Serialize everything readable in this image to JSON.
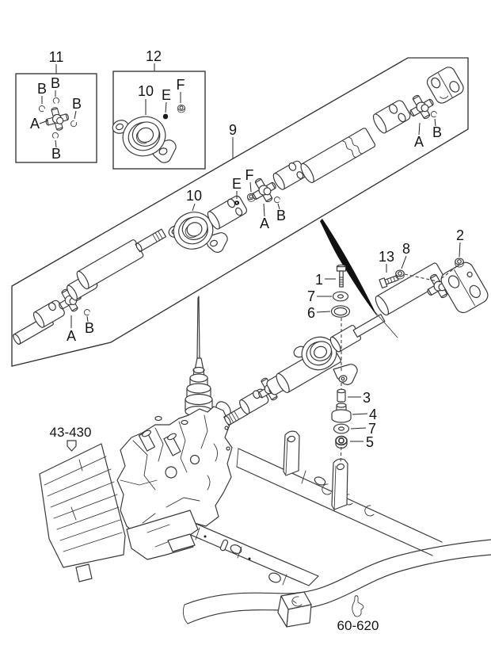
{
  "diagram": {
    "background": "#ffffff",
    "line_color": "#3a3a3a",
    "text_color": "#141414",
    "arrow_color": "#111111"
  },
  "callouts": {
    "n1": "1",
    "n2": "2",
    "n3": "3",
    "n4": "4",
    "n5": "5",
    "n6": "6",
    "n7": "7",
    "n8": "8",
    "n9": "9",
    "n10": "10",
    "n11": "11",
    "n12": "12",
    "n13": "13"
  },
  "letters": {
    "A": "A",
    "B": "B",
    "E": "E",
    "F": "F"
  },
  "refs": {
    "transmission": "43-430",
    "frame": "60-620"
  }
}
